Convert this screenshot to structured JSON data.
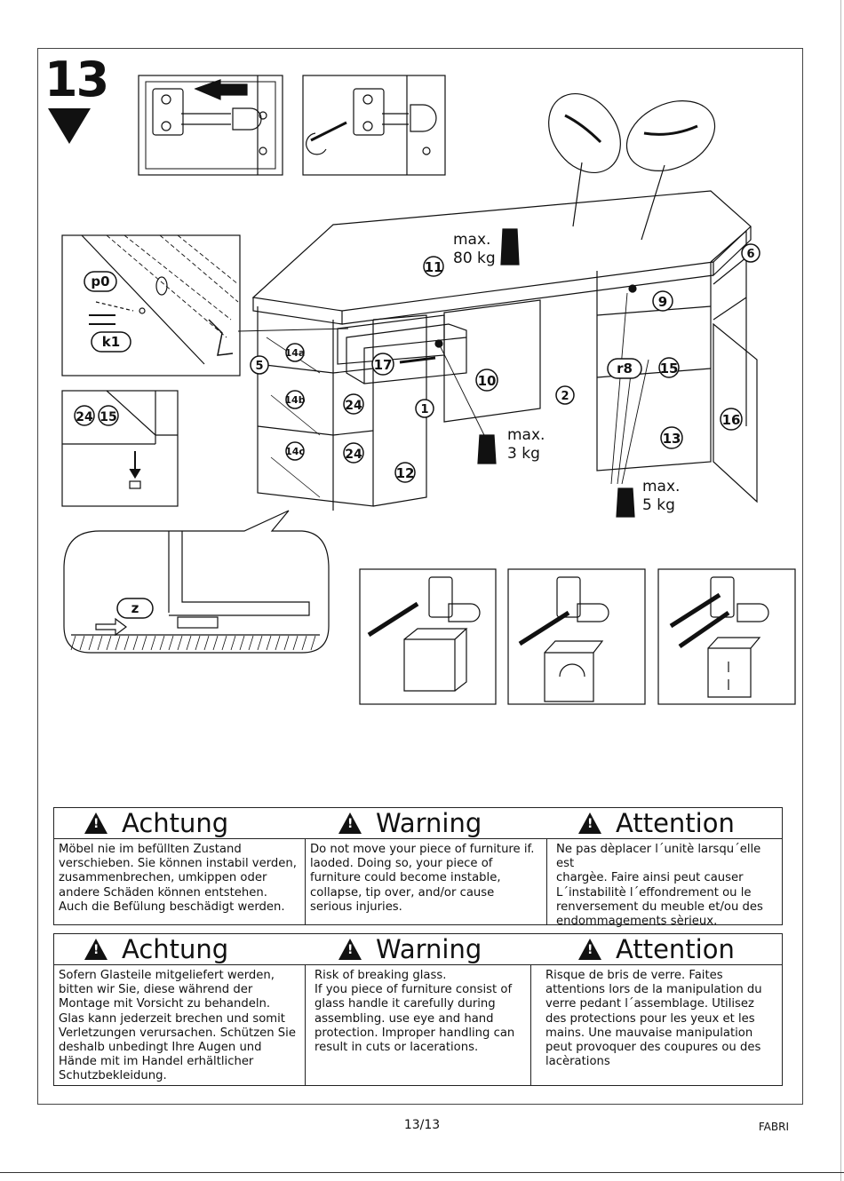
{
  "step": {
    "number": "13"
  },
  "illustration": {
    "weights": [
      {
        "max": "max.",
        "value": "80 kg"
      },
      {
        "max": "max.",
        "value": "3 kg"
      },
      {
        "max": "max.",
        "value": "5 kg"
      }
    ],
    "part_labels": [
      "p0",
      "k1",
      "24",
      "15",
      "14a",
      "14b",
      "14c",
      "24",
      "24",
      "17",
      "10",
      "1",
      "2",
      "12",
      "5",
      "11",
      "6",
      "9",
      "r8",
      "15",
      "13",
      "16",
      "z"
    ]
  },
  "warnings_top": {
    "de": {
      "title": "Achtung",
      "text": "Möbel nie im befüllten Zustand\nverschieben. Sie können instabil verden,\nzusammenbrechen, umkippen oder\nandere Schäden können entstehen.\nAuch die Befülung beschädigt werden."
    },
    "en": {
      "title": "Warning",
      "text": "Do not move your piece of furniture if.\nlaoded. Doing so, your piece of\nfurniture could become instable,\ncollapse, tip over, and/or cause\nserious injuries."
    },
    "fr": {
      "title": "Attention",
      "text": "Ne pas dèplacer l´unitè larsqu´elle est\nchargèe. Faire ainsi peut causer\nL´instabilitè l´effondrement ou le\nrenversement du meuble et/ou des\nendommagements sèrieux."
    }
  },
  "warnings_bottom": {
    "de": {
      "title": "Achtung",
      "text": "Sofern Glasteile mitgeliefert werden,\nbitten wir Sie, diese während der\nMontage mit Vorsicht zu behandeln.\nGlas kann jederzeit brechen und somit\nVerletzungen verursachen. Schützen Sie\ndeshalb unbedingt Ihre Augen und\nHände mit im Handel erhältlicher\nSchutzbekleidung."
    },
    "en": {
      "title": "Warning",
      "text": "Risk of breaking glass.\nIf you piece of furniture consist of\nglass handle it carefully during\nassembling. use eye and hand\nprotection. Improper handling can\nresult in cuts or lacerations."
    },
    "fr": {
      "title": "Attention",
      "text": "Risque de bris de verre. Faites\nattentions lors de la manipulation du\nverre pedant l´assemblage. Utilisez\ndes protections pour les yeux et les\nmains. Une mauvaise manipulation\npeut provoquer des coupures ou des\nlacèrations"
    }
  },
  "footer": {
    "page": "13/13",
    "brand": "FABRI"
  }
}
